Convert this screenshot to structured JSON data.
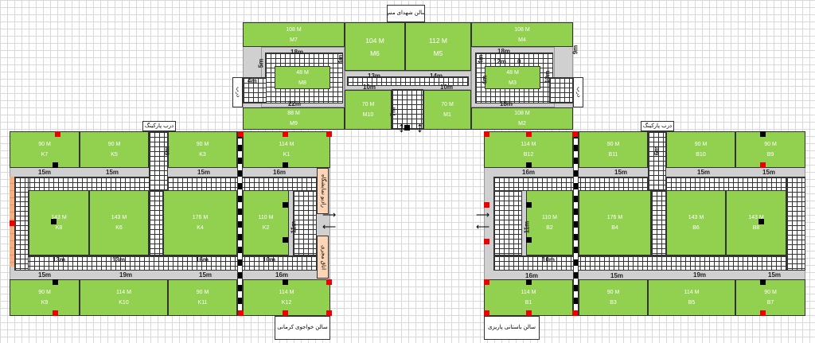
{
  "halls": {
    "top": "سالن شهدای مس",
    "left": "سالن خواجوی کرمانی",
    "right": "سالن باستانی پاریزی"
  },
  "doors": {
    "side": "درب",
    "parking": "درب پارکینگ"
  },
  "special_rooms": {
    "radio": "رادیو نمایشگاه",
    "host": "اتاق مجری"
  },
  "rooms": {
    "M7": {
      "area": "108 M",
      "code": "M7"
    },
    "M6": {
      "area": "104 M",
      "code": "M6"
    },
    "M5": {
      "area": "112 M",
      "code": "M5"
    },
    "M4": {
      "area": "108 M",
      "code": "M4"
    },
    "M8": {
      "area": "48 M",
      "code": "M8"
    },
    "M3": {
      "area": "48 M",
      "code": "M3"
    },
    "M9": {
      "area": "88 M",
      "code": "M9"
    },
    "M10": {
      "area": "70 M",
      "code": "M10"
    },
    "M1": {
      "area": "70 M",
      "code": "M1"
    },
    "M2": {
      "area": "108 M",
      "code": "M2"
    },
    "K7": {
      "area": "90 M",
      "code": "K7"
    },
    "K5": {
      "area": "90 M",
      "code": "K5"
    },
    "K3": {
      "area": "90 M",
      "code": "K3"
    },
    "K1": {
      "area": "114 M",
      "code": "K1"
    },
    "K8": {
      "area": "143 M",
      "code": "K8"
    },
    "K6": {
      "area": "143 M",
      "code": "K6"
    },
    "K4": {
      "area": "176 M",
      "code": "K4"
    },
    "K2": {
      "area": "110 M",
      "code": "K2"
    },
    "K9": {
      "area": "90 M",
      "code": "K9"
    },
    "K10": {
      "area": "114 M",
      "code": "K10"
    },
    "K11": {
      "area": "90 M",
      "code": "K11"
    },
    "K12": {
      "area": "114 M",
      "code": "K12"
    },
    "B12": {
      "area": "114 M",
      "code": "B12"
    },
    "B11": {
      "area": "90 M",
      "code": "B11"
    },
    "B10": {
      "area": "90 M",
      "code": "B10"
    },
    "B9": {
      "area": "90 M",
      "code": "B9"
    },
    "B2": {
      "area": "110 M",
      "code": "B2"
    },
    "B4": {
      "area": "176 M",
      "code": "B4"
    },
    "B6": {
      "area": "143 M",
      "code": "B6"
    },
    "B8": {
      "area": "143 M",
      "code": "B8"
    },
    "B1": {
      "area": "114 M",
      "code": "B1"
    },
    "B3": {
      "area": "90 M",
      "code": "B3"
    },
    "B5": {
      "area": "114 M",
      "code": "B5"
    },
    "B7": {
      "area": "90 M",
      "code": "B7"
    }
  },
  "dimensions": [
    "18m",
    "5m",
    "4m",
    "4m",
    "13m",
    "14m",
    "10m",
    "10m",
    "22m",
    "7m",
    "18m",
    "12m",
    "0",
    "4m",
    "4m",
    "10m",
    "18m",
    "9m",
    "15m",
    "15m",
    "15m",
    "16m",
    "6m",
    "13m",
    "13m",
    "16m",
    "10m",
    "15m",
    "19m",
    "15m",
    "16m",
    "11m",
    "16m",
    "15m",
    "15m",
    "15m",
    "6m",
    "10m",
    "16m",
    "15m",
    "19m",
    "15m",
    "11m"
  ]
}
